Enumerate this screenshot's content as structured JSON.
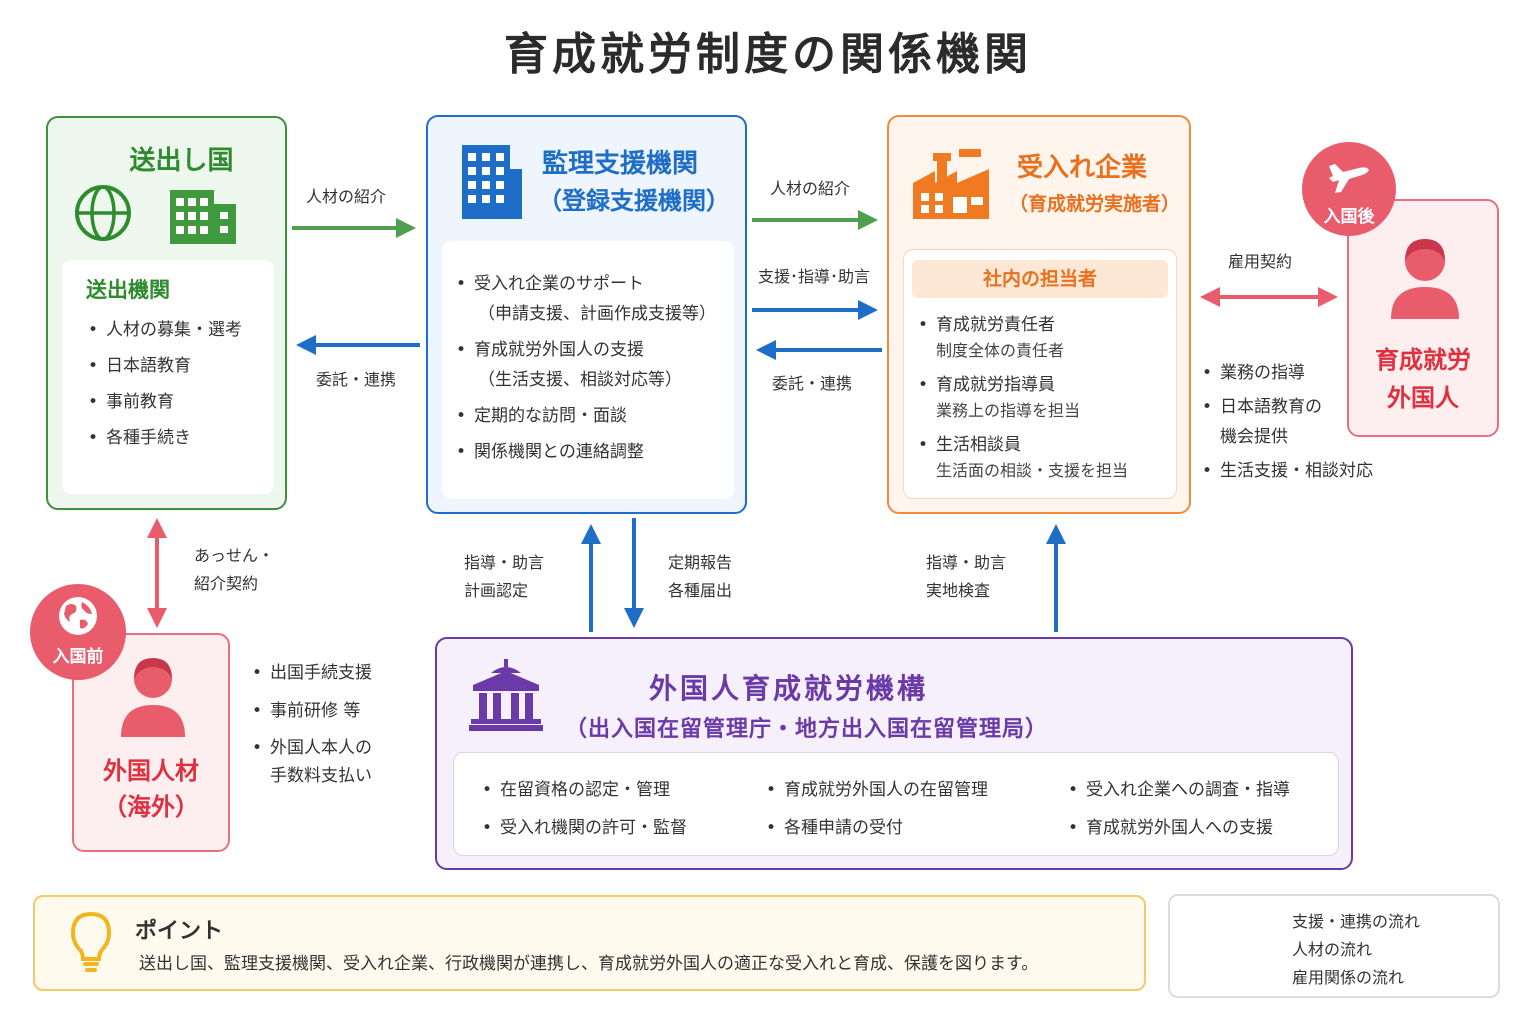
{
  "title": "育成就労制度の関係機関",
  "sending_country": {
    "title": "送出し国",
    "subhead": "送出機関",
    "items": [
      "人材の募集・選考",
      "日本語教育",
      "事前教育",
      "各種手続き"
    ]
  },
  "supervising": {
    "title": "監理支援機関",
    "subtitle": "（登録支援機関）",
    "items": [
      {
        "main": "受入れ企業のサポート",
        "sub": "（申請支援、計画作成支援等）"
      },
      {
        "main": "育成就労外国人の支援",
        "sub": "（生活支援、相談対応等）"
      },
      {
        "main": "定期的な訪問・面談",
        "sub": ""
      },
      {
        "main": "関係機関との連絡調整",
        "sub": ""
      }
    ]
  },
  "accepting": {
    "title": "受入れ企業",
    "subtitle": "（育成就労実施者）",
    "inner_head": "社内の担当者",
    "roles": [
      {
        "name": "育成就労責任者",
        "desc": "制度全体の責任者"
      },
      {
        "name": "育成就労指導員",
        "desc": "業務上の指導を担当"
      },
      {
        "name": "生活相談員",
        "desc": "生活面の相談・支援を担当"
      }
    ]
  },
  "trainee": {
    "badge": "入国後",
    "name_line1": "育成就労",
    "name_line2": "外国人",
    "items": [
      "業務の指導",
      "日本語教育の",
      "機会提供",
      "生活支援・相談対応"
    ]
  },
  "talent": {
    "badge": "入国前",
    "name_line1": "外国人材",
    "name_line2": "（海外）",
    "items": [
      "出国手続支援",
      "事前研修 等",
      "外国人本人の",
      "手数料支払い"
    ]
  },
  "agency": {
    "title": "外国人育成就労機構",
    "subtitle": "（出入国在留管理庁・地方出入国在留管理局）",
    "col1": [
      "在留資格の認定・管理",
      "受入れ機関の許可・監督"
    ],
    "col2": [
      "育成就労外国人の在留管理",
      "各種申請の受付"
    ],
    "col3": [
      "受入れ企業への調査・指導",
      "育成就労外国人への支援"
    ]
  },
  "flows": {
    "send_to_sup": "人材の紹介",
    "sup_to_send": "委託・連携",
    "sup_to_acc_1": "人材の紹介",
    "sup_to_acc_2": "支援･指導･助言",
    "acc_to_sup": "委託・連携",
    "employment": "雇用契約",
    "mediation_1": "あっせん・",
    "mediation_2": "紹介契約",
    "agency_to_sup_1": "指導・助言",
    "agency_to_sup_2": "計画認定",
    "sup_to_agency_1": "定期報告",
    "sup_to_agency_2": "各種届出",
    "agency_to_acc_1": "指導・助言",
    "agency_to_acc_2": "実地検査"
  },
  "point": {
    "head": "ポイント",
    "body": "送出し国、監理支援機関、受入れ企業、行政機関が連携し、育成就労外国人の適正な受入れと育成、保護を図ります。"
  },
  "legend": [
    {
      "label": "支援・連携の流れ",
      "color": "#1e6ec8"
    },
    {
      "label": "人材の流れ",
      "color": "#4f9f4f"
    },
    {
      "label": "雇用関係の流れ",
      "color": "#e85c6c"
    }
  ]
}
